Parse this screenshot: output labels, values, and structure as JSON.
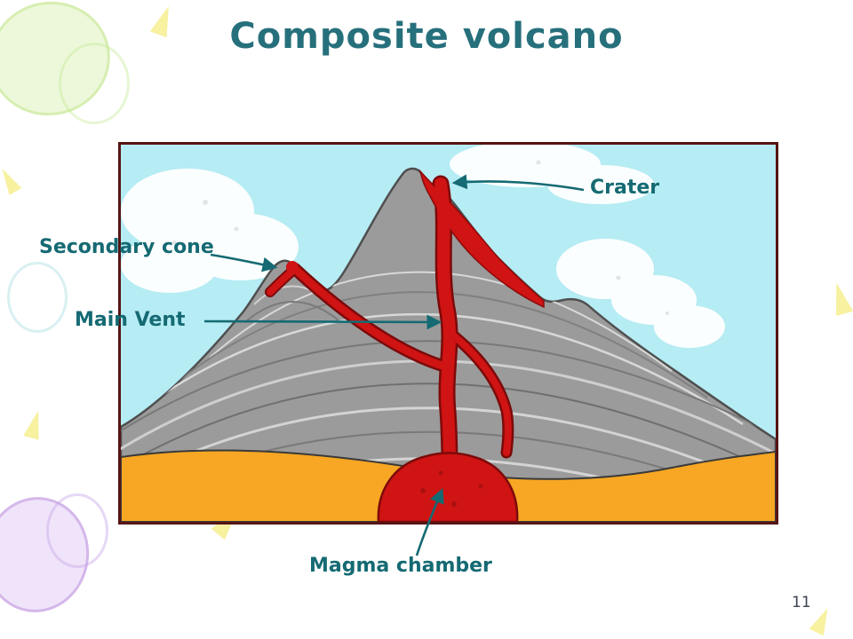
{
  "slide": {
    "title": "Composite volcano",
    "page_number": "11"
  },
  "diagram": {
    "labels": {
      "crater": "Crater",
      "secondary_cone": "Secondary cone",
      "main_vent": "Main Vent",
      "magma_chamber": "Magma chamber"
    },
    "colors": {
      "sky": "#b6ecf4",
      "mountain_gray": "#9b9b9b",
      "magma_red": "#d01313",
      "ground_orange": "#f7a723",
      "label_teal": "#156a73",
      "title_teal": "#26707c",
      "frame_maroon": "#571414"
    }
  }
}
